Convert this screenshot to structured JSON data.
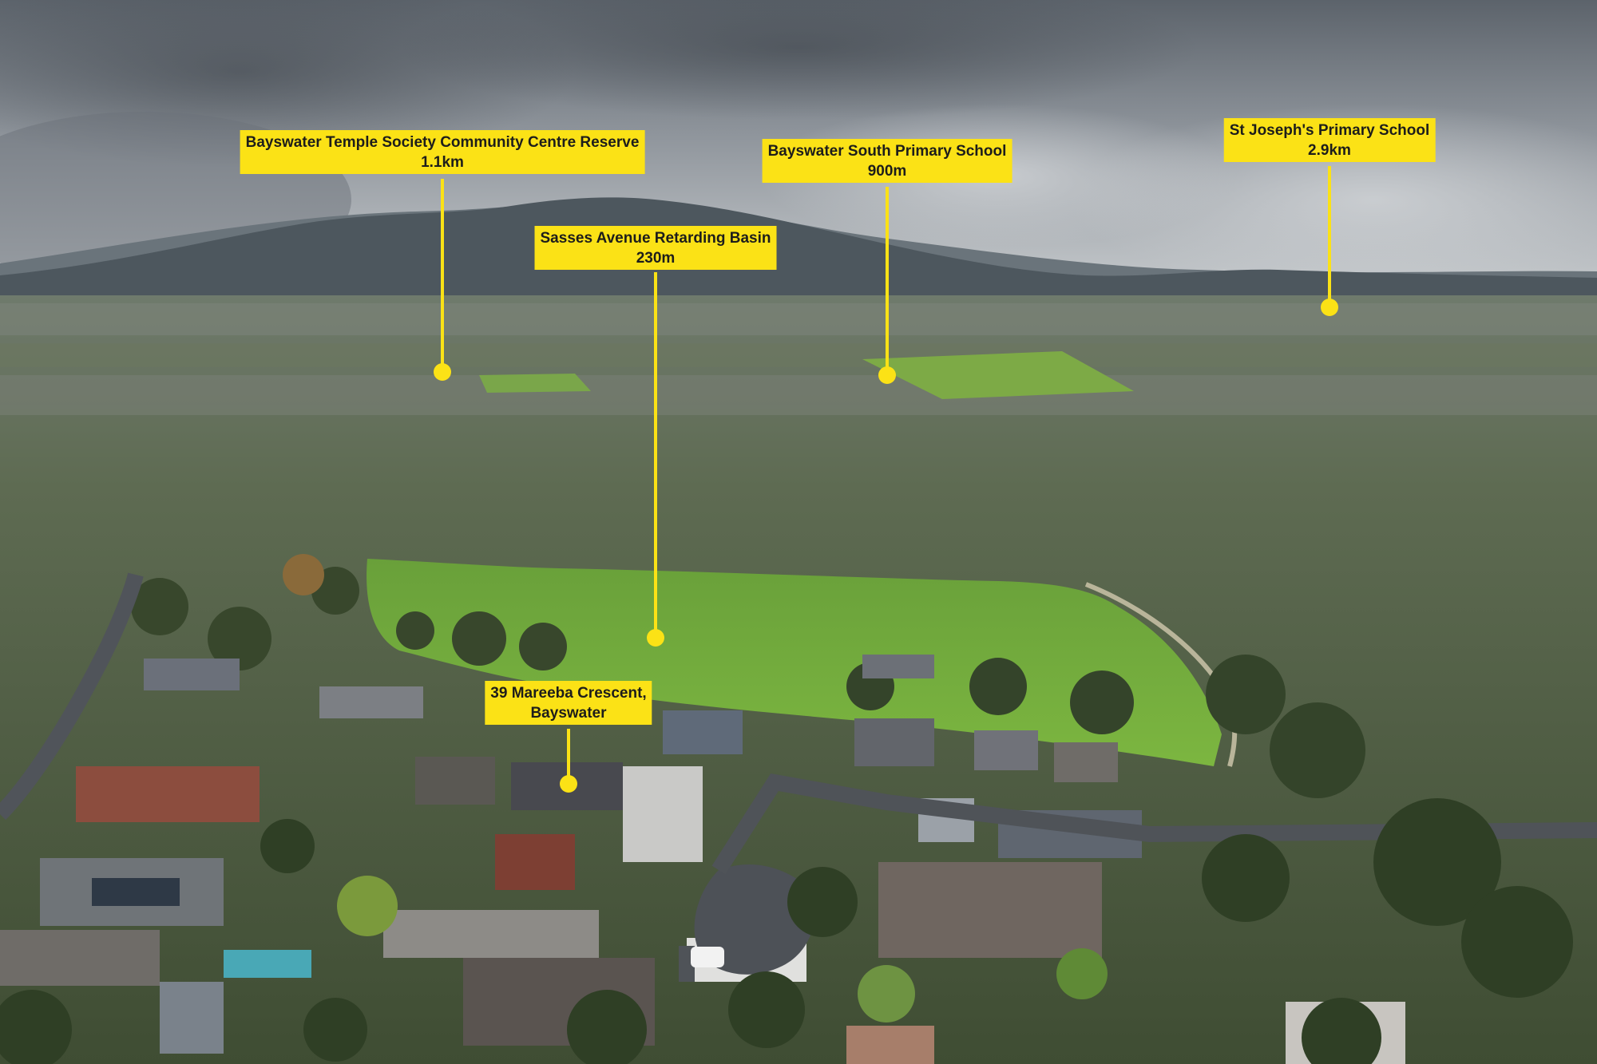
{
  "photo": {
    "description_tone": "aerial suburban view",
    "colors": {
      "sky_top": "#5f666e",
      "sky_mid": "#9ea4aa",
      "sky_horizon": "#c9ccce",
      "hills": "#4a545b",
      "hills_far": "#6b757b",
      "suburb": "#5b6a4c",
      "oval": "#6ea83a",
      "label_bg": "#fbe216",
      "label_text": "#1d1d1b"
    }
  },
  "markers": [
    {
      "id": "temple",
      "line1": "Bayswater Temple Society Community Centre Reserve",
      "line2": "1.1km"
    },
    {
      "id": "south_primary",
      "line1": "Bayswater South Primary School",
      "line2": "900m"
    },
    {
      "id": "st_josephs",
      "line1": "St Joseph's Primary School",
      "line2": "2.9km"
    },
    {
      "id": "sasses",
      "line1": "Sasses Avenue Retarding Basin",
      "line2": "230m"
    },
    {
      "id": "property",
      "line1": "39 Mareeba Crescent,",
      "line2": "Bayswater"
    }
  ]
}
